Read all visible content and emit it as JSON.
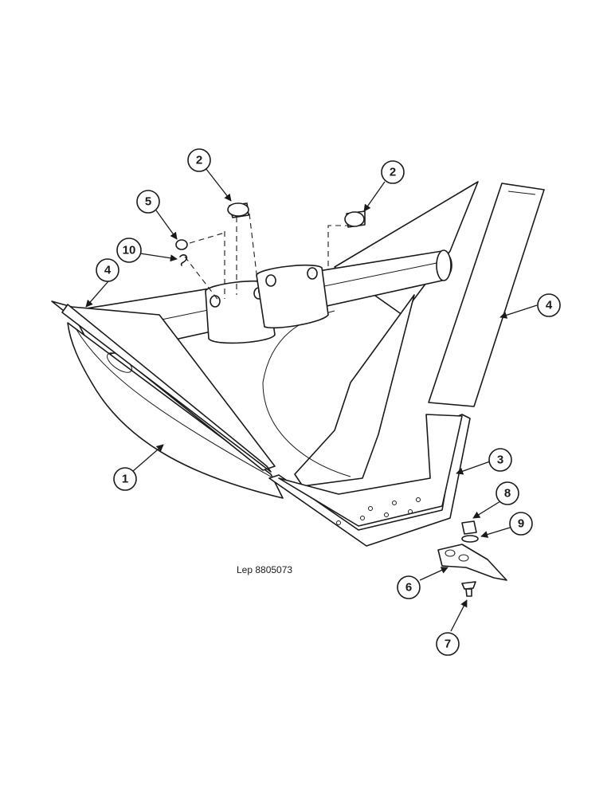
{
  "diagram": {
    "reference": "Lep 8805073",
    "callouts": [
      {
        "id": "c1",
        "label": "1"
      },
      {
        "id": "c2a",
        "label": "2"
      },
      {
        "id": "c2b",
        "label": "2"
      },
      {
        "id": "c3",
        "label": "3"
      },
      {
        "id": "c4a",
        "label": "4"
      },
      {
        "id": "c4b",
        "label": "4"
      },
      {
        "id": "c5",
        "label": "5"
      },
      {
        "id": "c6",
        "label": "6"
      },
      {
        "id": "c7",
        "label": "7"
      },
      {
        "id": "c8",
        "label": "8"
      },
      {
        "id": "c9",
        "label": "9"
      },
      {
        "id": "c10",
        "label": "10"
      }
    ]
  }
}
